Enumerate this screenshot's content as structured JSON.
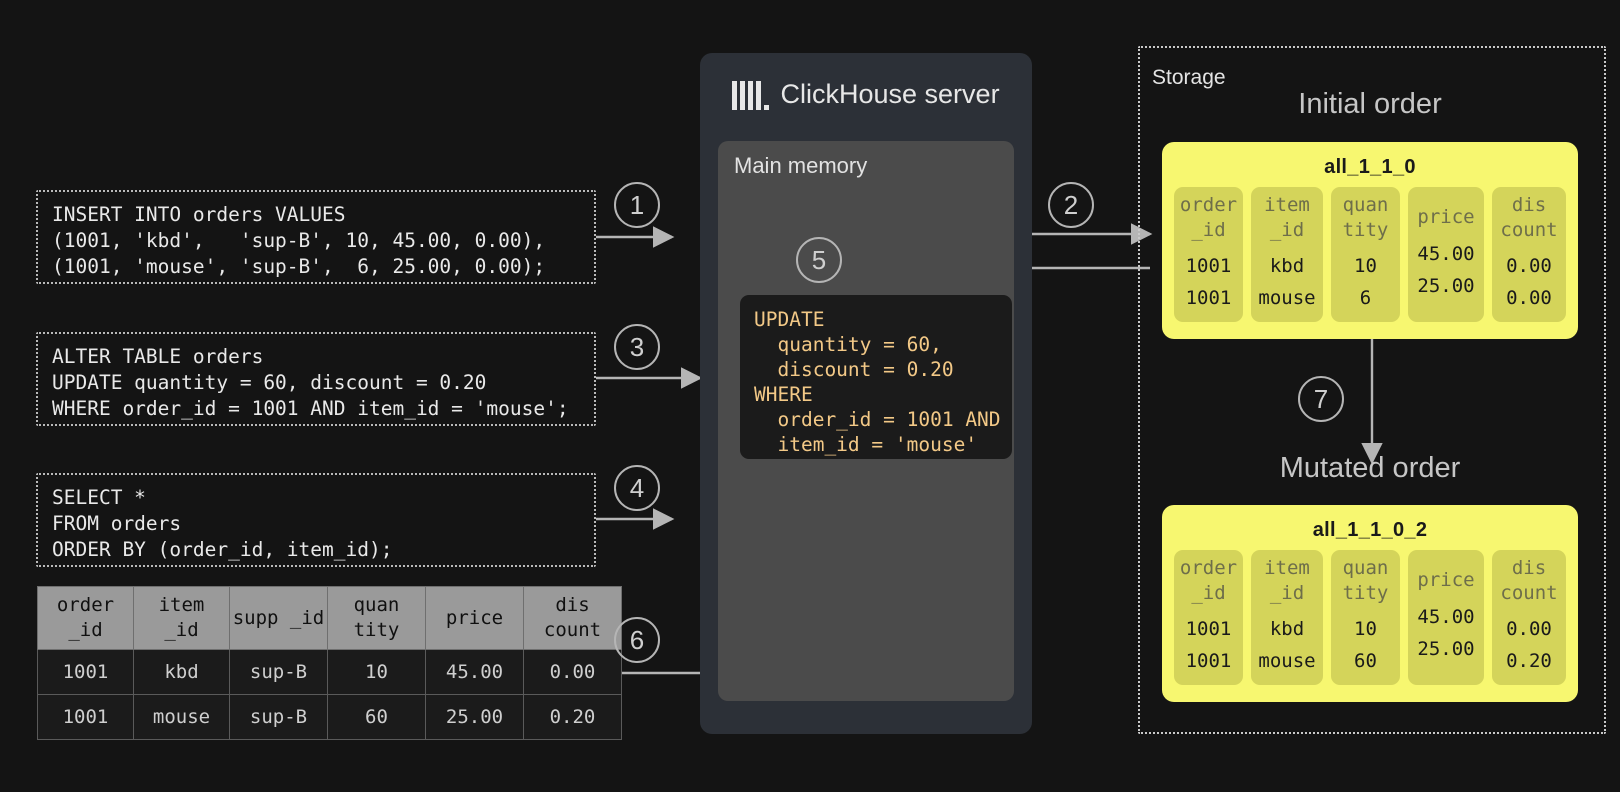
{
  "background": "#141414",
  "accent_yellow": "#f7f770",
  "accent_code": "#f3c987",
  "queries": {
    "insert": "INSERT INTO orders VALUES\n(1001, 'kbd',   'sup-B', 10, 45.00, 0.00),\n(1001, 'mouse', 'sup-B',  6, 25.00, 0.00);",
    "alter": "ALTER TABLE orders\nUPDATE quantity = 60, discount = 0.20\nWHERE order_id = 1001 AND item_id = 'mouse';",
    "select": "SELECT *\nFROM orders\nORDER BY (order_id, item_id);"
  },
  "result_table": {
    "headers": [
      "order\n_id",
      "item\n_id",
      "supp\n_id",
      "quan\ntity",
      "price",
      "dis\ncount"
    ],
    "rows": [
      [
        "1001",
        "kbd",
        "sup-B",
        "10",
        "45.00",
        "0.00"
      ],
      [
        "1001",
        "mouse",
        "sup-B",
        "60",
        "25.00",
        "0.20"
      ]
    ]
  },
  "server": {
    "title": "ClickHouse server",
    "logo": "clickhouse-logo",
    "main_memory_label": "Main memory",
    "code": "UPDATE\n  quantity = 60,\n  discount = 0.20\nWHERE\n  order_id = 1001 AND\n  item_id = 'mouse'"
  },
  "storage": {
    "label": "Storage",
    "initial_heading": "Initial order",
    "mutated_heading": "Mutated order",
    "initial_part": {
      "name": "all_1_1_0",
      "columns": [
        {
          "header": "order\n_id",
          "values": [
            "1001",
            "1001"
          ]
        },
        {
          "header": "item\n_id",
          "values": [
            "kbd",
            "mouse"
          ]
        },
        {
          "header": "quan\ntity",
          "values": [
            "10",
            "6"
          ]
        },
        {
          "header": "price",
          "values": [
            "45.00",
            "25.00"
          ]
        },
        {
          "header": "dis\ncount",
          "values": [
            "0.00",
            "0.00"
          ]
        }
      ]
    },
    "mutated_part": {
      "name": "all_1_1_0_2",
      "columns": [
        {
          "header": "order\n_id",
          "values": [
            "1001",
            "1001"
          ]
        },
        {
          "header": "item\n_id",
          "values": [
            "kbd",
            "mouse"
          ]
        },
        {
          "header": "quan\ntity",
          "values": [
            "10",
            "60"
          ]
        },
        {
          "header": "price",
          "values": [
            "45.00",
            "25.00"
          ]
        },
        {
          "header": "dis\ncount",
          "values": [
            "0.00",
            "0.20"
          ]
        }
      ]
    }
  },
  "steps": [
    {
      "n": "1"
    },
    {
      "n": "2"
    },
    {
      "n": "3"
    },
    {
      "n": "4"
    },
    {
      "n": "5"
    },
    {
      "n": "6"
    },
    {
      "n": "7"
    }
  ]
}
